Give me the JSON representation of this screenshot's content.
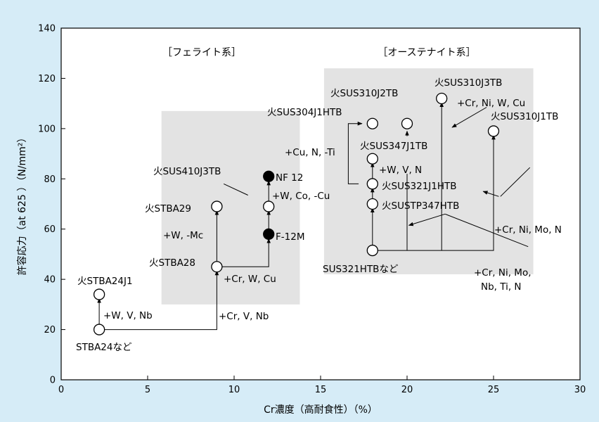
{
  "chart_data": {
    "type": "scatter",
    "title": "",
    "xlabel": "Cr濃度（高耐食性）（%）",
    "ylabel": "許容応力（at 625 ）（N/mm²）",
    "xlim": [
      0,
      30
    ],
    "ylim": [
      0,
      140
    ],
    "x_ticks": [
      0,
      5,
      10,
      15,
      20,
      25,
      30
    ],
    "y_ticks": [
      0,
      20,
      40,
      60,
      80,
      100,
      120,
      140
    ],
    "grid": false,
    "regions": [
      {
        "label": "［フェライト系］",
        "x_range": [
          5.8,
          13.8
        ],
        "y_range": [
          30,
          107
        ]
      },
      {
        "label": "［オーステナイト系］",
        "x_range": [
          15.2,
          27.3
        ],
        "y_range": [
          42,
          124
        ]
      }
    ],
    "points": [
      {
        "x": 2.2,
        "y": 20,
        "filled": false,
        "label": "STBA24など"
      },
      {
        "x": 2.2,
        "y": 34,
        "filled": false,
        "label": "火STBA24J1"
      },
      {
        "x": 9,
        "y": 45,
        "filled": false,
        "label": "火STBA28"
      },
      {
        "x": 9,
        "y": 69,
        "filled": false,
        "label": "火STBA29"
      },
      {
        "x": 12,
        "y": 58,
        "filled": true,
        "label": "F-12M"
      },
      {
        "x": 12,
        "y": 69,
        "filled": false,
        "label": "火SUS410J3TB"
      },
      {
        "x": 12,
        "y": 81,
        "filled": true,
        "label": "NF 12"
      },
      {
        "x": 18,
        "y": 51.5,
        "filled": false,
        "label": "SUS321HTBなど"
      },
      {
        "x": 18,
        "y": 70,
        "filled": false,
        "label": "火SUSTP347HTB"
      },
      {
        "x": 18,
        "y": 78,
        "filled": false,
        "label": "火SUS321J1HTB"
      },
      {
        "x": 18,
        "y": 88,
        "filled": false,
        "label": "火SUS347J1TB"
      },
      {
        "x": 18,
        "y": 102,
        "filled": false,
        "label": "火SUS304J1HTB"
      },
      {
        "x": 20,
        "y": 102,
        "filled": false,
        "label": "火SUS310J2TB"
      },
      {
        "x": 22,
        "y": 112,
        "filled": false,
        "label": "火SUS310J3TB"
      },
      {
        "x": 25,
        "y": 99,
        "filled": false,
        "label": "火SUS310J1TB"
      }
    ],
    "annotations": [
      "+W, V, Nb",
      "+Cr, V, Nb",
      "+W, -Mc",
      "+Cr, W, Cu",
      "+W, Co, -Cu",
      "+Cu, N, -Ti",
      "+W, V, N",
      "+Cr, Ni, W, Cu",
      "+Cr, Ni, Mo, N",
      "+Cr, Ni, Mo,",
      "Nb, Ti, N"
    ]
  }
}
